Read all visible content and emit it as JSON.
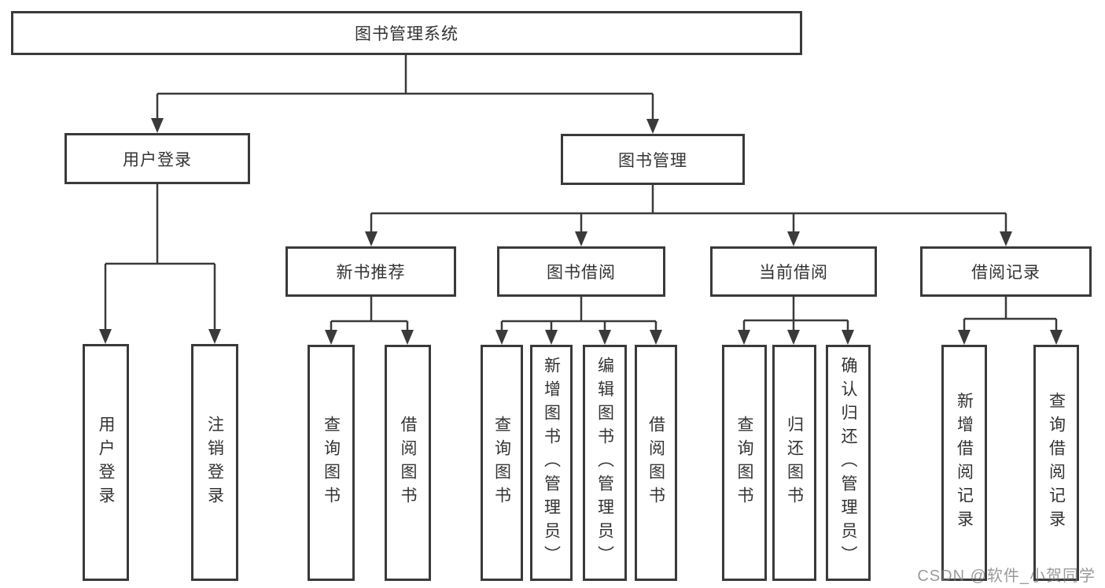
{
  "tree": {
    "root": {
      "label": "图书管理系统",
      "children": [
        {
          "label": "用户登录",
          "children": [
            {
              "label": "用户登录"
            },
            {
              "label": "注销登录"
            }
          ]
        },
        {
          "label": "图书管理",
          "children": [
            {
              "label": "新书推荐",
              "children": [
                {
                  "label": "查询图书"
                },
                {
                  "label": "借阅图书"
                }
              ]
            },
            {
              "label": "图书借阅",
              "children": [
                {
                  "label": "查询图书"
                },
                {
                  "label": "新增图书（管理员）"
                },
                {
                  "label": "编辑图书（管理员）"
                },
                {
                  "label": "借阅图书"
                }
              ]
            },
            {
              "label": "当前借阅",
              "children": [
                {
                  "label": "查询图书"
                },
                {
                  "label": "归还图书"
                },
                {
                  "label": "确认归还（管理员）"
                }
              ]
            },
            {
              "label": "借阅记录",
              "children": [
                {
                  "label": "新增借阅记录"
                },
                {
                  "label": "查询借阅记录"
                }
              ]
            }
          ]
        }
      ]
    }
  },
  "watermark": {
    "text": "CSDN @软件_小贺同学"
  },
  "colors": {
    "line": "#3a3a3a",
    "box_border": "#3a3a3a",
    "box_fill": "#ffffff",
    "text": "#333333",
    "watermark": "#787878",
    "background": "#ffffff"
  }
}
